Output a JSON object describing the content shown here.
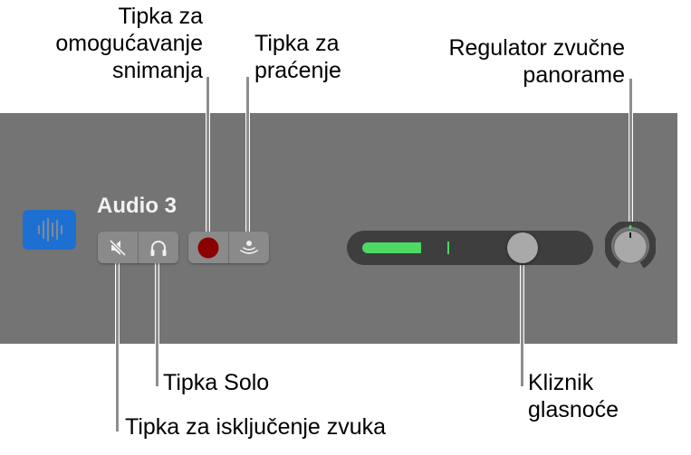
{
  "callouts": {
    "record_enable": "Tipka za\nomogućavanje\nsnimanja",
    "monitor": "Tipka za\npraćenje",
    "pan": "Regulator zvučne\npanorame",
    "solo": "Tipka Solo",
    "mute": "Tipka za isključenje zvuka",
    "volume": "Kliznik\nglasnoće"
  },
  "track": {
    "name": "Audio 3",
    "icon": "waveform-icon",
    "icon_color": "#1d6fd1",
    "buttons": [
      {
        "id": "mute",
        "icon": "speaker-muted-icon"
      },
      {
        "id": "solo",
        "icon": "headphones-icon"
      },
      {
        "id": "record",
        "icon": "record-icon",
        "color": "#8b0000"
      },
      {
        "id": "monitor",
        "icon": "input-monitoring-icon"
      }
    ],
    "volume": {
      "meter_color": "#4cd964",
      "meter_level_pct": 24,
      "peak_pct": 41,
      "thumb_pct": 70
    },
    "pan": {
      "value": "center",
      "indicator_color": "#4cd964"
    }
  },
  "colors": {
    "panel": "#747474",
    "button": "#8a8a8a",
    "slider_track": "#3e3e3e"
  }
}
